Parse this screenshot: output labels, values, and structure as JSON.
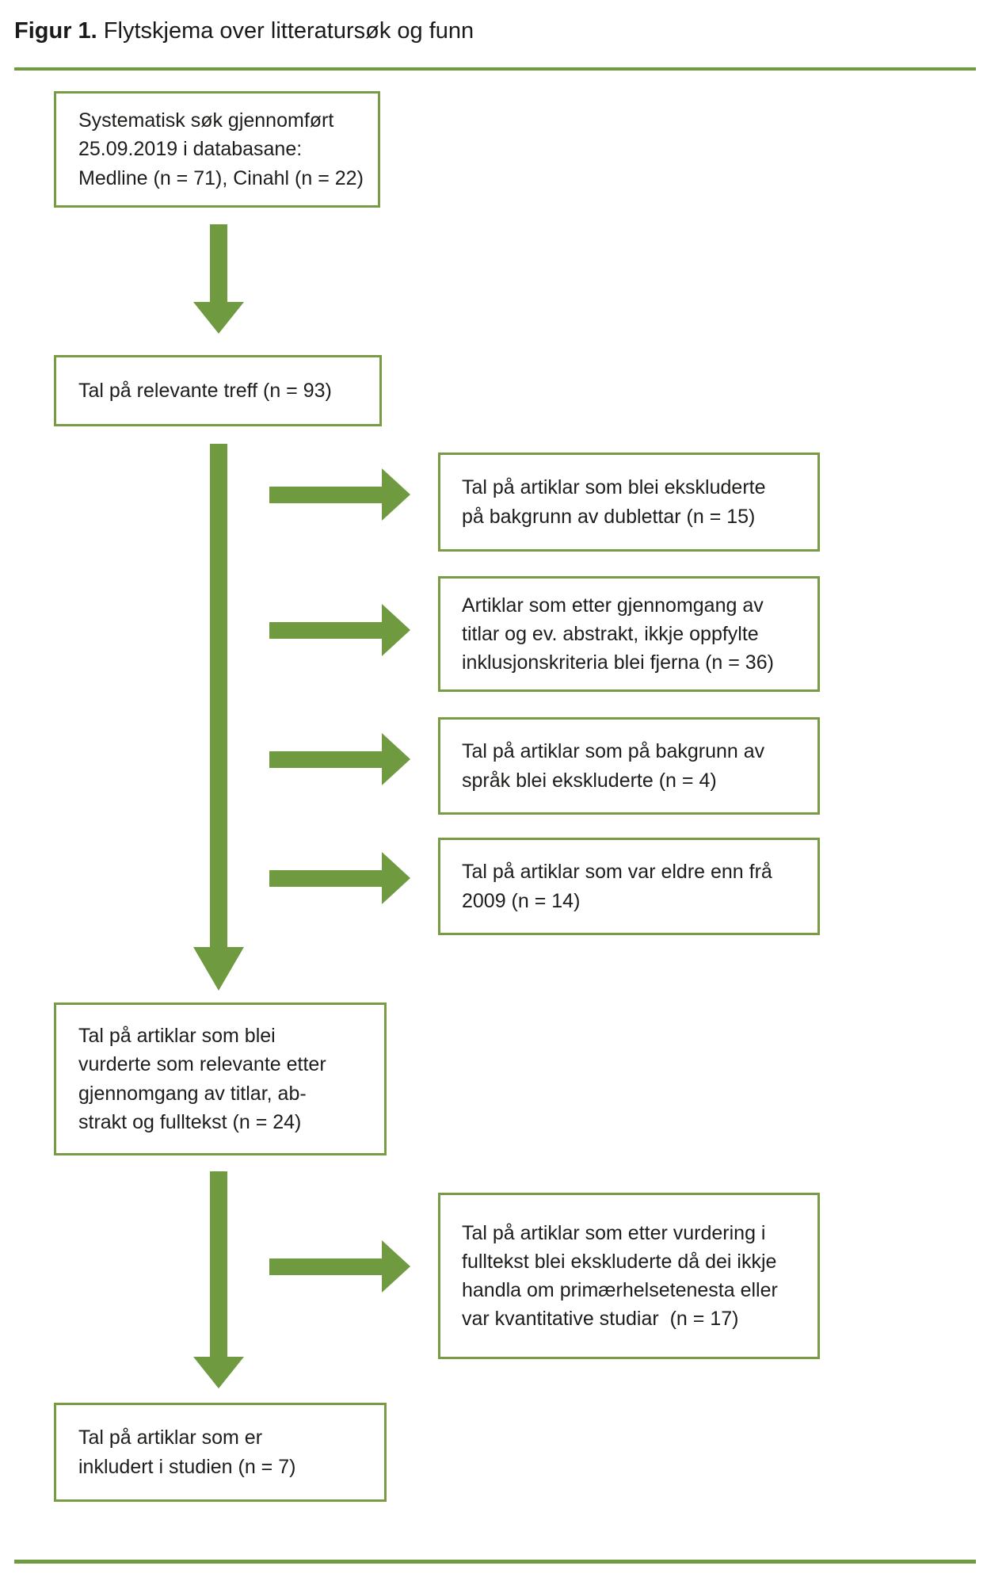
{
  "title": {
    "number": "Figur 1.",
    "caption": " Flytskjema over litteratursøk og funn"
  },
  "colors": {
    "arrow_green": "#6f9a40",
    "border_green": "#7a9b45",
    "rule_green": "#6f9a3f",
    "text": "#1d1d1b"
  },
  "boxes": {
    "systematic_search": "Systematisk søk gjennomført\n25.09.2019 i databasane:\nMedline (n = 71), Cinahl (n = 22)",
    "relevant_hits": "Tal på relevante treff (n = 93)",
    "excluded_duplicates": "Tal på artiklar som blei ekskluderte\npå bakgrunn av dublettar (n = 15)",
    "excluded_criteria": "Artiklar som etter gjennomgang av\ntitlar og ev. abstrakt, ikkje oppfylte\ninklusjonskriteria blei fjerna (n = 36)",
    "excluded_language": "Tal på artiklar som på bakgrunn av\nspråk blei ekskluderte (n = 4)",
    "excluded_year": "Tal på artiklar som var eldre enn frå\n2009 (n = 14)",
    "assessed_relevant": "Tal på artiklar som blei\nvurderte som relevante etter\ngjennomgang av titlar, ab-\nstrakt og fulltekst (n = 24)",
    "excluded_fulltext": "Tal på artiklar som etter vurdering i\nfulltekst blei ekskluderte då dei ikkje\nhandla om primærhelsetenesta eller\nvar kvantitative studiar  (n = 17)",
    "included": "Tal på artiklar som er\ninkludert i studien (n = 7)"
  }
}
